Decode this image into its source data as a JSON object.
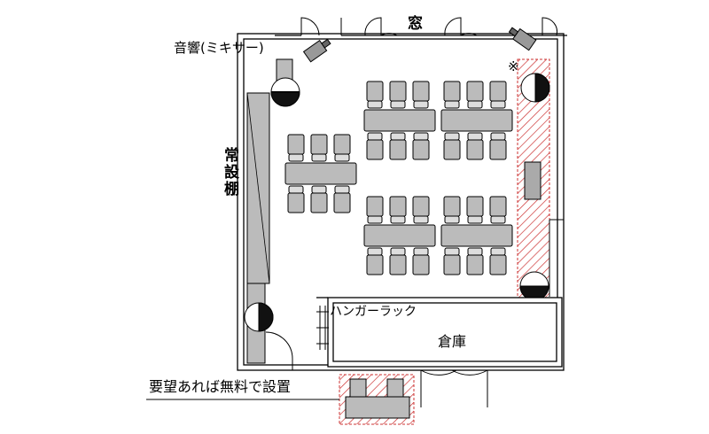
{
  "labels": {
    "window": "窓",
    "audio_mixer": "音響(ミキサー)",
    "permanent_shelf": "常設棚",
    "hanger_rack": "ハンガーラック",
    "storage": "倉庫",
    "free_on_request": "要望あれば無料で設置",
    "note_mark": "※"
  }
}
